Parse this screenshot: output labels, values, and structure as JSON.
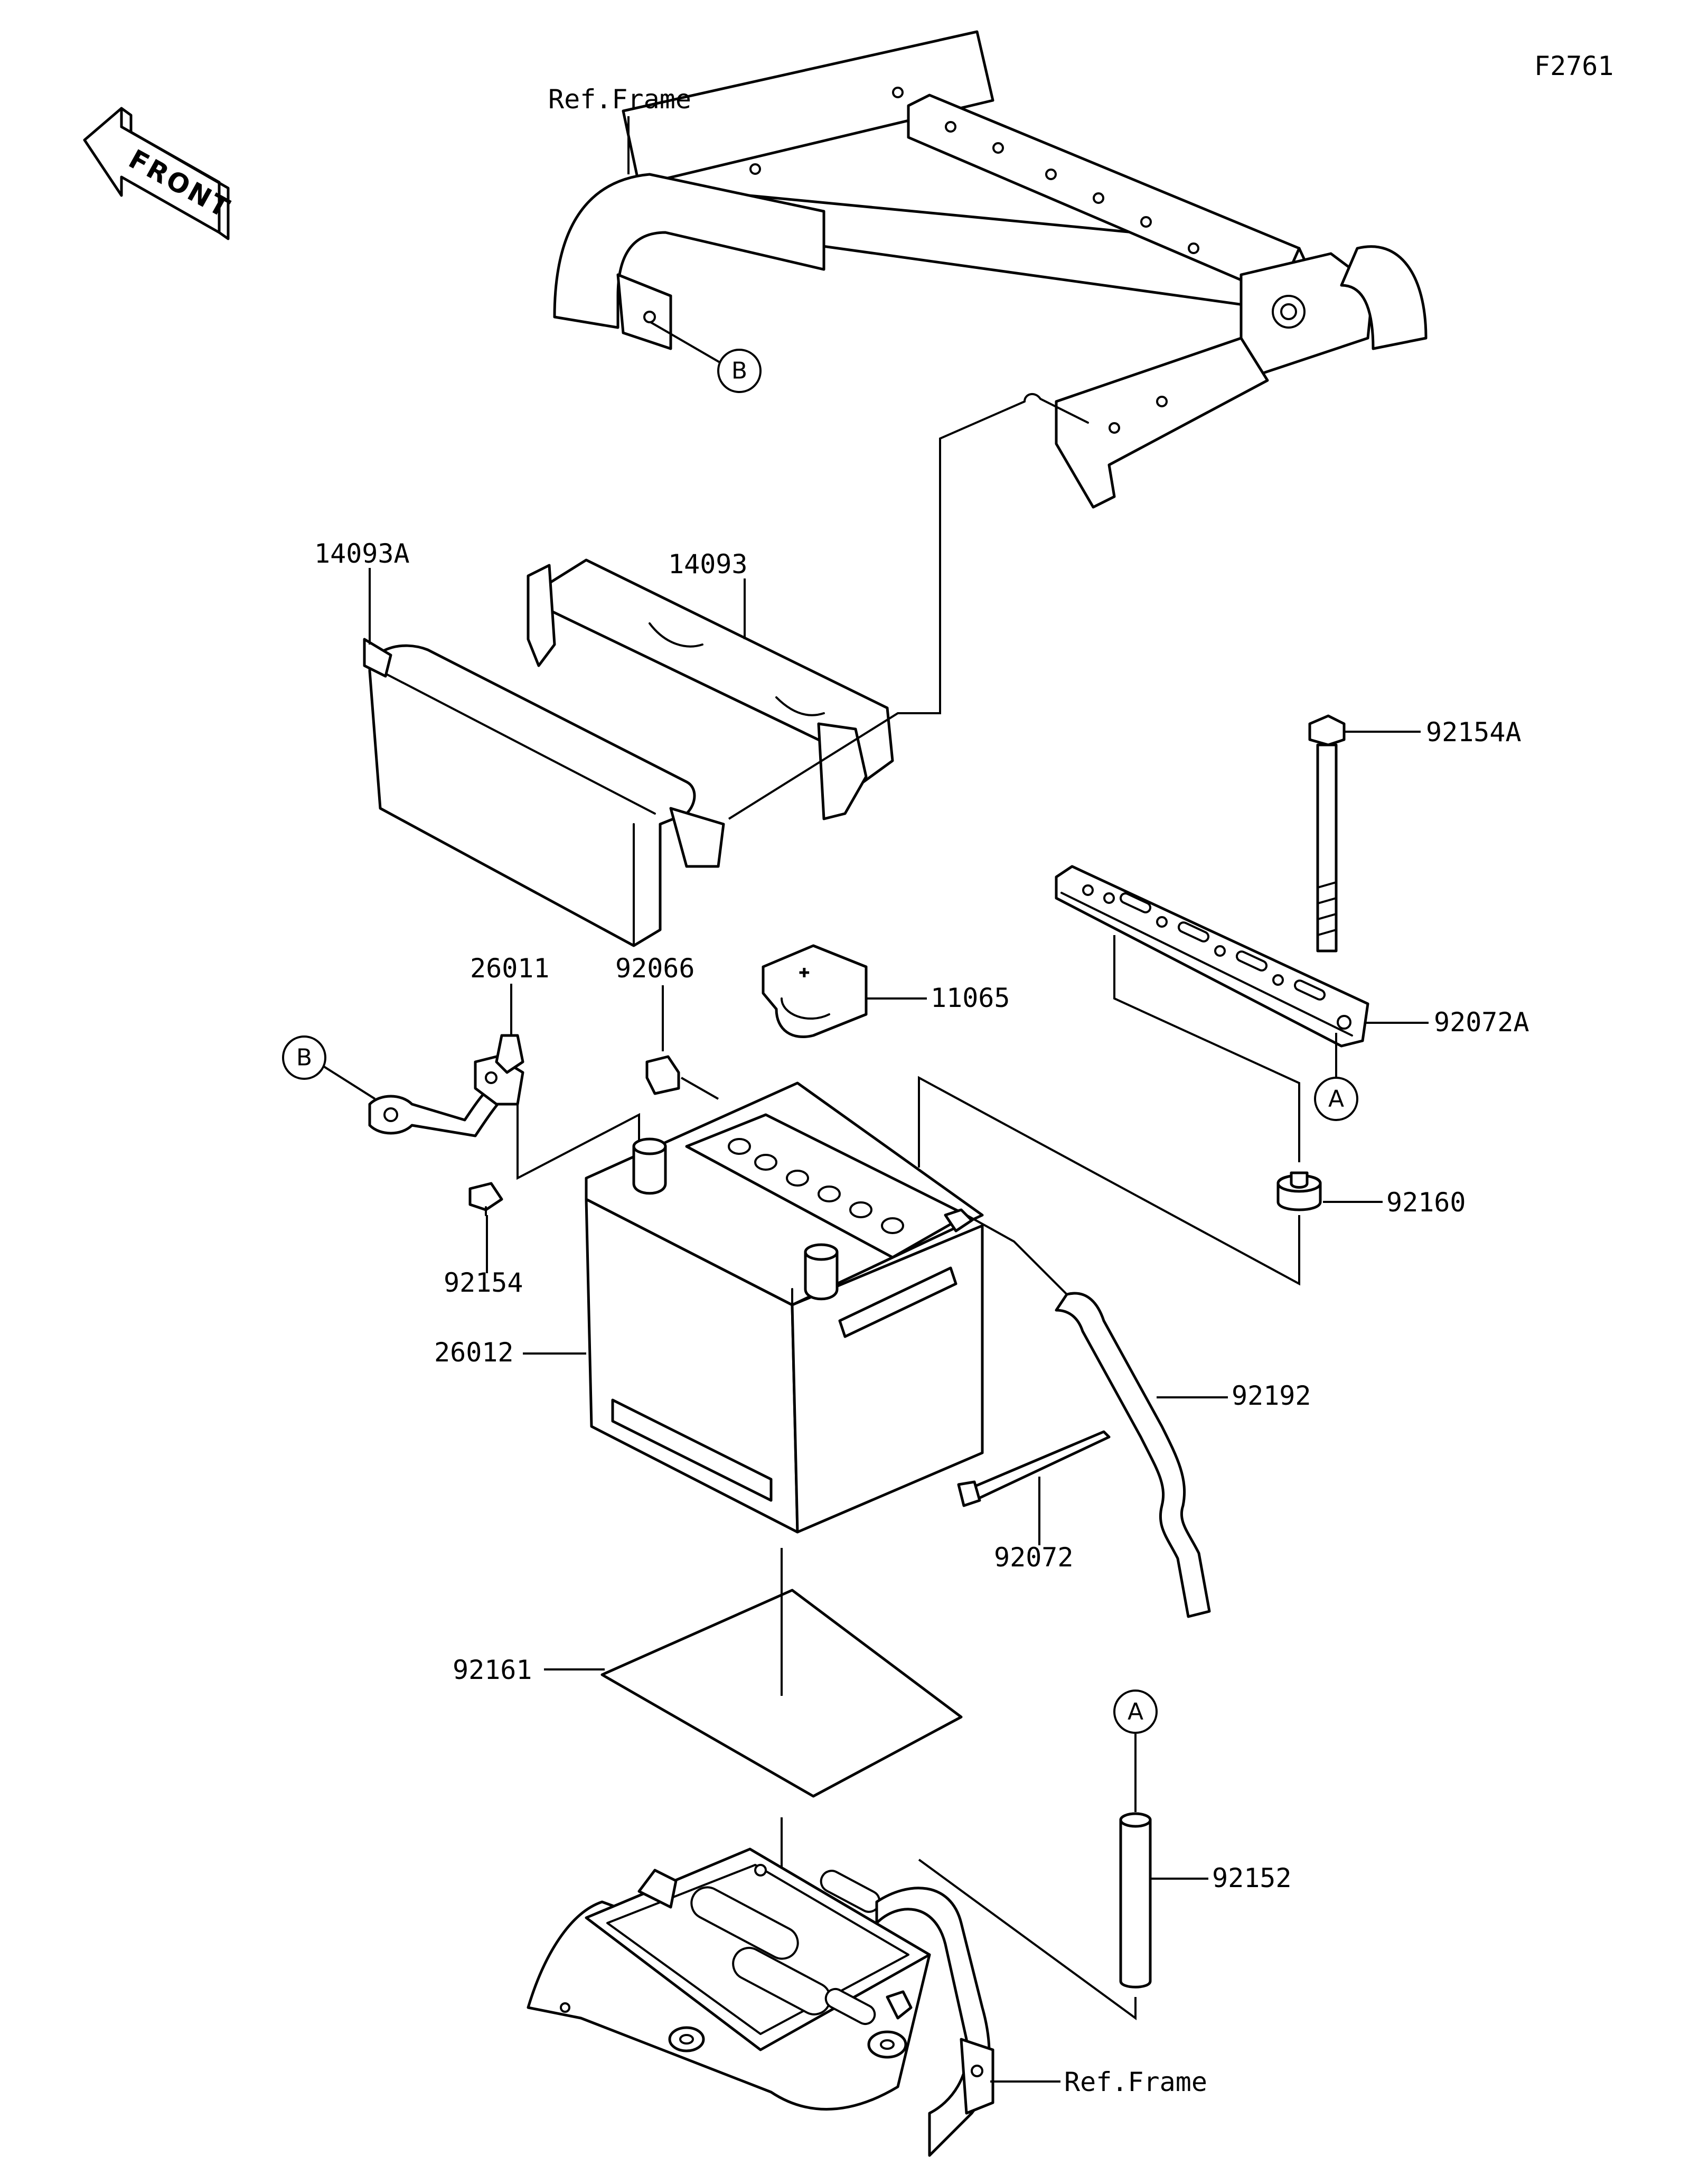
{
  "figure_id": "F2761",
  "front_arrow_label": "FRONT",
  "ref_labels": {
    "top": "Ref.Frame",
    "bottom": "Ref.Frame"
  },
  "callouts": {
    "a_top": "A",
    "a_bottom": "A",
    "b_top": "B",
    "b_left": "B"
  },
  "part_numbers": {
    "p14093A": "14093A",
    "p14093": "14093",
    "p92154A": "92154A",
    "p26011": "26011",
    "p92066": "92066",
    "p11065": "11065",
    "p92072A": "92072A",
    "p92160": "92160",
    "p92154": "92154",
    "p26012": "26012",
    "p92192": "92192",
    "p92072": "92072",
    "p92161": "92161",
    "p92152": "92152"
  }
}
